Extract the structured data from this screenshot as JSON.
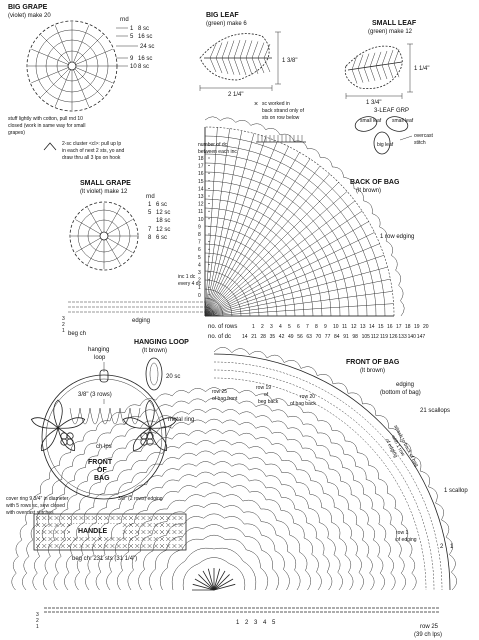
{
  "big_grape": {
    "title": "BIG GRAPE",
    "subtitle": "(violet) make 20",
    "rnd_label": "rnd",
    "rounds": [
      "8 sc",
      "16 sc",
      "24 sc",
      "16 sc",
      "8 sc"
    ],
    "round_nums": [
      "1",
      "5",
      "9",
      "10"
    ],
    "note": [
      "stuff lightly with cotton, pull rnd 10",
      "closed (work in same way for small",
      "grapes)"
    ]
  },
  "cluster_note": [
    "2-sc cluster <cl>: pull up lp",
    "in each of next 2 sts, yo and",
    "draw thru all 3 lps on hook"
  ],
  "big_leaf": {
    "title": "BIG LEAF",
    "subtitle": "(green) make 6",
    "width": "2 1/4\"",
    "height": "1 3/8\"",
    "back_strand_note": [
      "sc worked in",
      "back strand only of",
      "sts on row below"
    ]
  },
  "small_leaf": {
    "title": "SMALL LEAF",
    "subtitle": "(green) make 12",
    "width": "1 3/4\"",
    "height": "1 1/4\"",
    "group_title": "3-LEAF GRP",
    "labels": [
      "small leaf",
      "small leaf",
      "big leaf"
    ],
    "overcast": [
      "overcast",
      "stitch"
    ]
  },
  "small_grape": {
    "title": "SMALL GRAPE",
    "subtitle": "(lt violet) make 12",
    "rnd_label": "rnd",
    "rounds": [
      "6 sc",
      "12 sc",
      "18 sc",
      "12 sc",
      "6 sc"
    ],
    "round_nums": [
      "1",
      "5",
      "7",
      "8"
    ]
  },
  "back_of_bag": {
    "title": "BACK OF BAG",
    "subtitle": "(lt brown)",
    "num_dc_label": [
      "number of dc",
      "between each inc"
    ],
    "dc_counts": [
      "18",
      "17",
      "16",
      "15",
      "14",
      "13",
      "12",
      "11",
      "10",
      "9",
      "8",
      "7",
      "6",
      "5",
      "4",
      "3",
      "2",
      "1",
      "0"
    ],
    "edging": "1 row edging",
    "inc_note": [
      "inc 1 dc",
      "every 4 dc"
    ],
    "edging_left": "edging",
    "beg_ch": "beg ch",
    "no_of_rows_label": "no. of rows",
    "rows": [
      "1",
      "2",
      "3",
      "4",
      "5",
      "6",
      "7",
      "8",
      "9",
      "10",
      "11",
      "12",
      "13",
      "14",
      "15",
      "16",
      "17",
      "18",
      "19",
      "20"
    ],
    "no_of_dc_label": "no. of dc",
    "dc": [
      "14",
      "21",
      "28",
      "35",
      "42",
      "49",
      "56",
      "63",
      "70",
      "77",
      "84",
      "91",
      "98",
      "105",
      "112",
      "119",
      "126",
      "133",
      "140",
      "147"
    ],
    "left_marks": [
      "3",
      "2",
      "1"
    ]
  },
  "hanging_loop": {
    "title": "HANGING LOOP",
    "subtitle": "(lt brown)",
    "sc": "20 sc",
    "loop_label": [
      "hanging",
      "loop"
    ],
    "ring_label": "metal ring"
  },
  "front_assembly": {
    "edging": "3/8\" (3 rows)",
    "ch_lps": "ch lps",
    "title": [
      "FRONT",
      "OF",
      "BAG"
    ],
    "cover_note": [
      "cover ring 9 3/4\" in diameter",
      "with 5 rows sc, sew closed",
      "with overcast stitches"
    ],
    "edging2": "3/8\" (2 rows) edging"
  },
  "handle": {
    "title": "HANDLE",
    "beg_ch": "beg ch: 231 sts (31 1/4\")"
  },
  "front_of_bag": {
    "title": "FRONT OF BAG",
    "subtitle": "(lt brown)",
    "edging": [
      "edging",
      "(bottom of bag)"
    ],
    "row25": [
      "row 25",
      "of bag front"
    ],
    "row19": [
      "row 19",
      "of",
      "beg back"
    ],
    "row20": [
      "row 20",
      "of bag back"
    ],
    "scallops": "21 scallops",
    "diag_note": [
      "attach to back of bag",
      "with 1 row",
      "of edging"
    ],
    "scallop1": "1 scallop",
    "row1": [
      "row 1",
      "of edging"
    ],
    "right_marks": [
      "2",
      "1"
    ],
    "bottom_marks": [
      "1",
      "2",
      "3",
      "4",
      "5"
    ],
    "row25_bottom": "row 25",
    "ch_lps": "(39 ch lps)",
    "left_marks": [
      "3",
      "2",
      "1"
    ]
  }
}
